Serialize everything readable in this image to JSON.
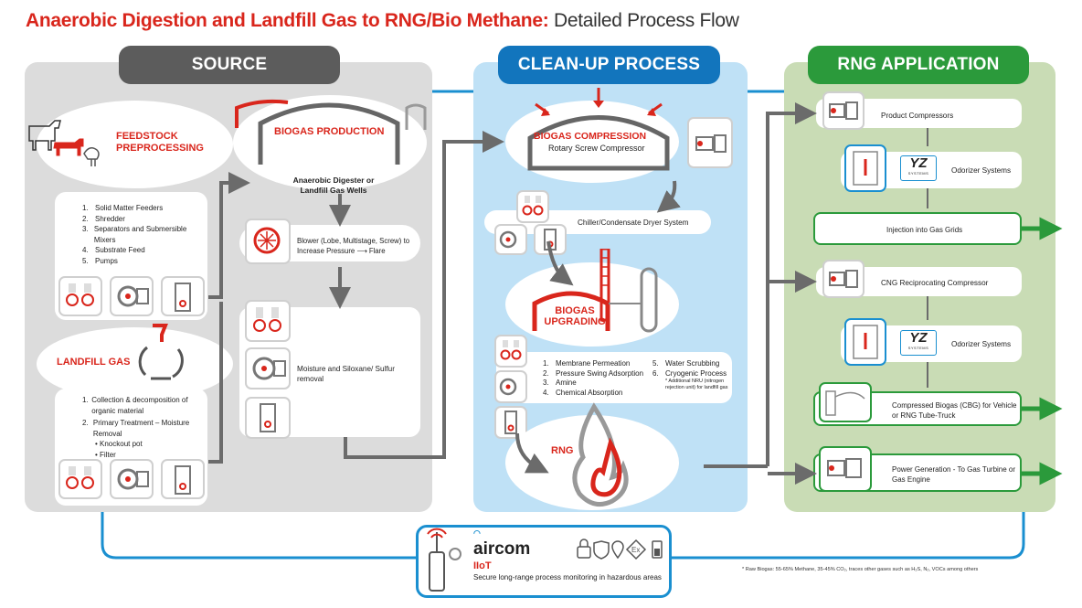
{
  "title": {
    "bold": "Anaerobic Digestion and Landfill Gas to RNG/Bio Methane:",
    "regular": "Detailed Process Flow"
  },
  "colors": {
    "source": "#dcdcdc",
    "source_header": "#5c5c5c",
    "cleanup": "#bfe1f6",
    "cleanup_header": "#1275bd",
    "application": "#c9dcb5",
    "application_header": "#2b9a3b",
    "accent_red": "#d9261c",
    "arrow_gray": "#6b6b6b",
    "link_blue": "#1a8fd0",
    "green_arrow": "#2b9a3b"
  },
  "source": {
    "header": "SOURCE",
    "feedstock_label": "FEEDSTOCK PREPROCESSING",
    "biogas_production": "BIOGAS PRODUCTION",
    "digester_label": "Anaerobic Digester or Landfill Gas Wells",
    "feedstock_steps": [
      "Solid Matter Feeders",
      "Shredder",
      "Separators and Submersible Mixers",
      "Substrate Feed",
      "Pumps"
    ],
    "blower_label": "Blower (Lobe, Multistage, Screw) to Increase Pressure",
    "flare_label": "Flare",
    "moisture_label": "Moisture and Siloxane/ Sulfur removal",
    "landfill_label": "LANDFILL GAS",
    "landfill_steps": [
      "Collection & decomposition of organic material",
      "Primary Treatment – Moisture Removal"
    ],
    "landfill_bullets": [
      "• Knockout pot",
      "• Filter"
    ]
  },
  "cleanup": {
    "header": "CLEAN-UP PROCESS",
    "compression_title": "BIOGAS COMPRESSION",
    "compression_sub": "Rotary Screw Compressor",
    "chiller_label": "Chiller/Condensate Dryer System",
    "upgrading_title": "BIOGAS UPGRADING",
    "methods_left": [
      "Membrane Permeation",
      "Pressure Swing Adsorption",
      "Amine",
      "Chemical Absorption"
    ],
    "methods_right": [
      "Water Scrubbing",
      "Cryogenic Process"
    ],
    "nru_note": "* Additional NRU (nitrogen rejection unit) for landfill gas",
    "rng_label": "RNG"
  },
  "application": {
    "header": "RNG APPLICATION",
    "product_compressors": "Product Compressors",
    "odorizer_1": "Odorizer Systems",
    "injection": "Injection into Gas Grids",
    "cng_compressor": "CNG Reciprocating Compressor",
    "odorizer_2": "Odorizer Systems",
    "cbg": "Compressed Biogas (CBG) for Vehicle or RNG Tube-Truck",
    "power": "Power Generation - To Gas Turbine or Gas Engine",
    "yz_logo": "YZ",
    "yz_sub": "SYSTEMS"
  },
  "aircom": {
    "brand": "aircom",
    "product": "IIoT",
    "tagline": "Secure long-range process monitoring in hazardous areas"
  },
  "footnote": "* Raw Biogas: 55-65% Methane, 35-45% CO₂, traces other gases such as H₂S, N₂, VOCs among others"
}
